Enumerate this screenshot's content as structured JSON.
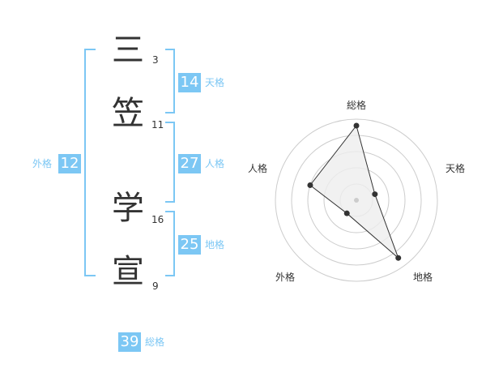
{
  "name": {
    "characters": [
      {
        "char": "三",
        "strokes": "3"
      },
      {
        "char": "笠",
        "strokes": "11"
      },
      {
        "char": "学",
        "strokes": "16"
      },
      {
        "char": "宣",
        "strokes": "9"
      }
    ]
  },
  "kaku": {
    "tenkaku": {
      "value": "14",
      "label": "天格"
    },
    "jinkaku": {
      "value": "27",
      "label": "人格"
    },
    "chikaku": {
      "value": "25",
      "label": "地格"
    },
    "gaikaku": {
      "value": "12",
      "label": "外格"
    },
    "soukaku": {
      "value": "39",
      "label": "総格"
    }
  },
  "colors": {
    "accent": "#7cc7f4",
    "text": "#333333",
    "grid": "#cccccc",
    "fill": "#eeeeee"
  },
  "chart_data": {
    "type": "radar",
    "axes": [
      "総格",
      "天格",
      "地格",
      "外格",
      "人格"
    ],
    "values": [
      0.92,
      0.24,
      0.88,
      0.2,
      0.6
    ],
    "rings": 5,
    "range": [
      0,
      1
    ]
  }
}
